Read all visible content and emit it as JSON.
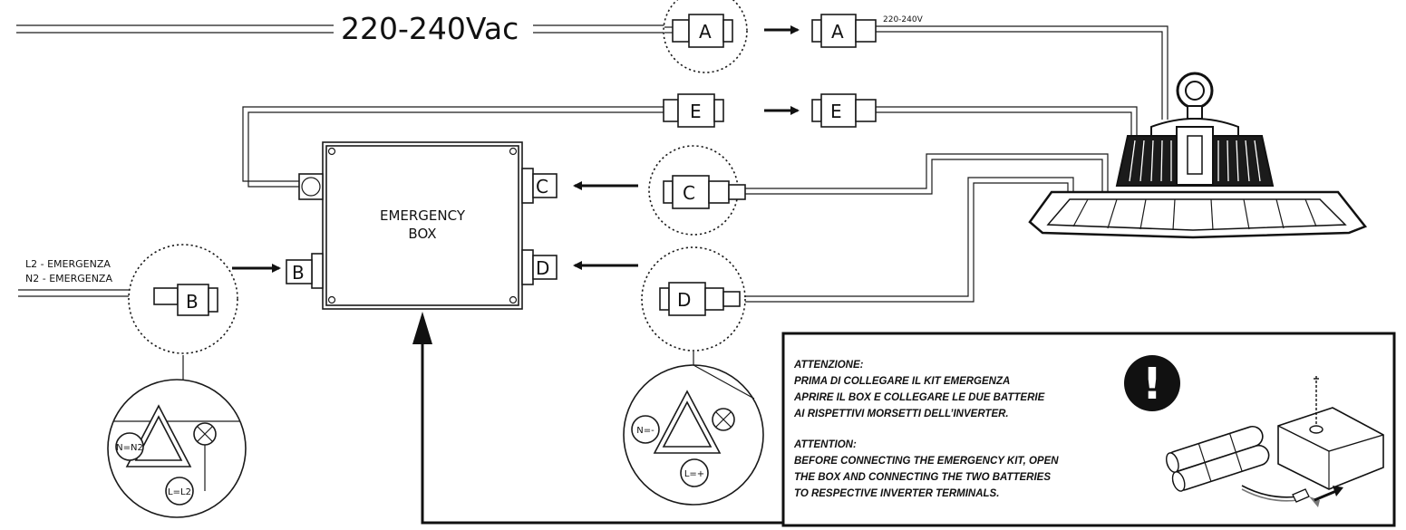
{
  "supply": {
    "voltage_label": "220-240Vac",
    "lamp_voltage": "220-240V"
  },
  "connectors": {
    "a": "A",
    "b": "B",
    "c": "C",
    "d": "D",
    "e": "E"
  },
  "emergency_box": {
    "line1": "EMERGENCY",
    "line2": "BOX"
  },
  "emergency_line": {
    "l2": "L2 - EMERGENZA",
    "n2": "N2 - EMERGENZA"
  },
  "symbol_left": {
    "n": "N=N2",
    "l": "L=L2"
  },
  "symbol_right": {
    "n": "N=-",
    "l": "L=+"
  },
  "warning": {
    "it_title": "ATTENZIONE:",
    "it_line1": "PRIMA DI COLLEGARE IL KIT EMERGENZA",
    "it_line2": "APRIRE IL BOX E COLLEGARE LE DUE BATTERIE",
    "it_line3": "AI RISPETTIVI MORSETTI DELL’INVERTER.",
    "en_title": "ATTENTION:",
    "en_line1": "BEFORE CONNECTING THE EMERGENCY KIT, OPEN",
    "en_line2": "THE BOX AND CONNECTING THE TWO BATTERIES",
    "en_line3": "TO RESPECTIVE INVERTER TERMINALS.",
    "icon_symbol": "!"
  }
}
